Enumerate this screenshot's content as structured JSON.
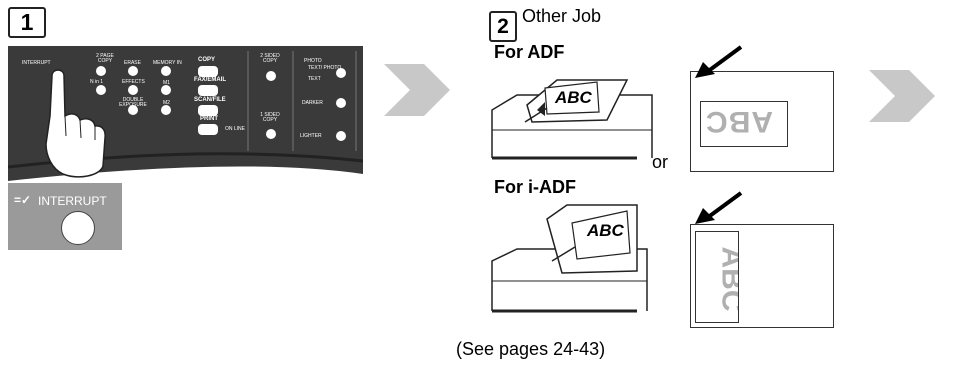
{
  "step1": {
    "number": "1",
    "panel_labels": {
      "interrupt": "INTERRUPT",
      "two_page_copy": "2 PAGE COPY",
      "erase": "ERASE",
      "memory_in": "MEMORY IN",
      "copy": "COPY",
      "n_in_1": "N in 1",
      "effects": "EFFECTS",
      "m1": "M1",
      "fax_email": "FAX/EMAIL",
      "double_exposure": "DOUBLE EXPOSURE",
      "m2": "M2",
      "scan_file": "SCAN/FILE",
      "print": "PRINT",
      "on_line": "ON LINE",
      "two_sided_copy": "2 SIDED COPY",
      "one_sided_copy": "1 SIDED COPY",
      "photo": "PHOTO",
      "text_photo": "TEXT/ PHOTO",
      "text": "TEXT",
      "darker": "DARKER",
      "lighter": "LIGHTER"
    },
    "interrupt_key_label": "INTERRUPT"
  },
  "step2": {
    "number": "2",
    "title": "Other Job",
    "adf_heading": "For ADF",
    "iadf_heading": "For i-ADF",
    "or_text": "or",
    "original_text": "ABC",
    "see_pages": "(See pages 24-43)"
  },
  "colors": {
    "panel": "#3a3a3a",
    "arrow": "#c8c8c8",
    "key_bg": "#9a9a9a"
  }
}
